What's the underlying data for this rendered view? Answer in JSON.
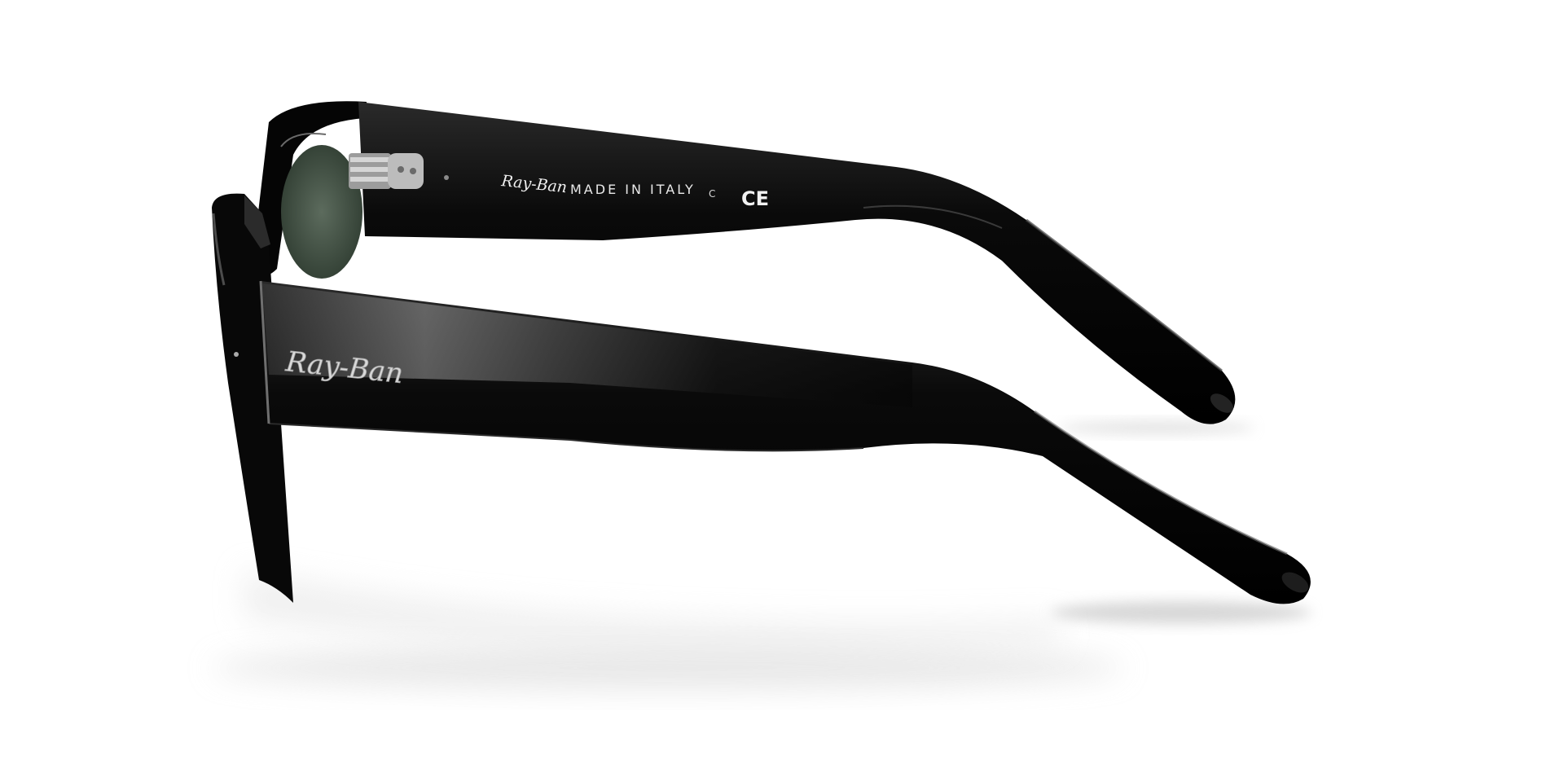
{
  "product": {
    "brand_logo": "Ray-Ban",
    "temple_inner_print": "MADE IN ITALY",
    "temple_inner_code": "C",
    "temple_inner_mark": "CE"
  },
  "colors": {
    "frame": "#050505",
    "lens": "#4a5a4c",
    "background": "#ffffff",
    "hinge_metal": "#b8b8b8"
  }
}
